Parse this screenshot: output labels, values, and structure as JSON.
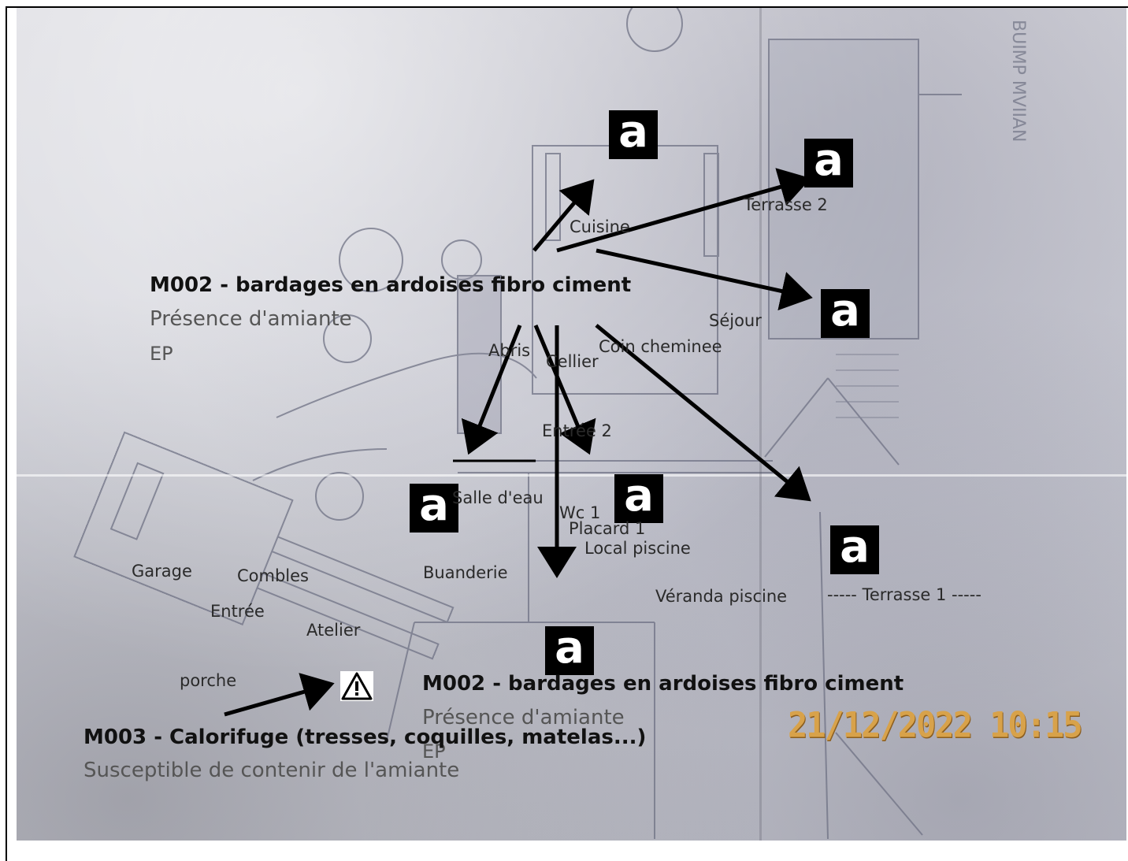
{
  "rooms": {
    "cuisine": "Cuisine",
    "terrasse_2": "Terrasse 2",
    "sejour": "Séjour",
    "abris": "Abris",
    "cellier": "Cellier",
    "coin_cheminee": "Coin cheminee",
    "entree_2": "Entrée 2",
    "salle_d_eau": "Salle d'eau",
    "wc_1": "Wc 1",
    "placard_1": "Placard 1",
    "local_piscine": "Local piscine",
    "garage": "Garage",
    "combles": "Combles",
    "buanderie": "Buanderie",
    "entree": "Entrée",
    "atelier": "Atelier",
    "veranda_piscine": "Véranda piscine",
    "terrasse_1": "----- Terrasse 1 -----",
    "porche": "porche"
  },
  "materials": [
    {
      "code_label": "M002 - bardages en ardoises fibro ciment",
      "status": "Présence d'amiante",
      "type": "EP"
    },
    {
      "code_label": "M002 - bardages en ardoises fibro ciment",
      "status": "Présence d'amiante",
      "type": "EP"
    },
    {
      "code_label": "M003 - Calorifuge (tresses, coquilles, matelas...)",
      "status": "Susceptible de contenir de l'amiante"
    }
  ],
  "marker_letter": "a",
  "warning_icon": "warning-triangle-icon",
  "timestamp": "21/12/2022 10:15",
  "colors": {
    "marker_bg": "#000000",
    "marker_fg": "#ffffff",
    "timestamp": "#d8a24a"
  }
}
